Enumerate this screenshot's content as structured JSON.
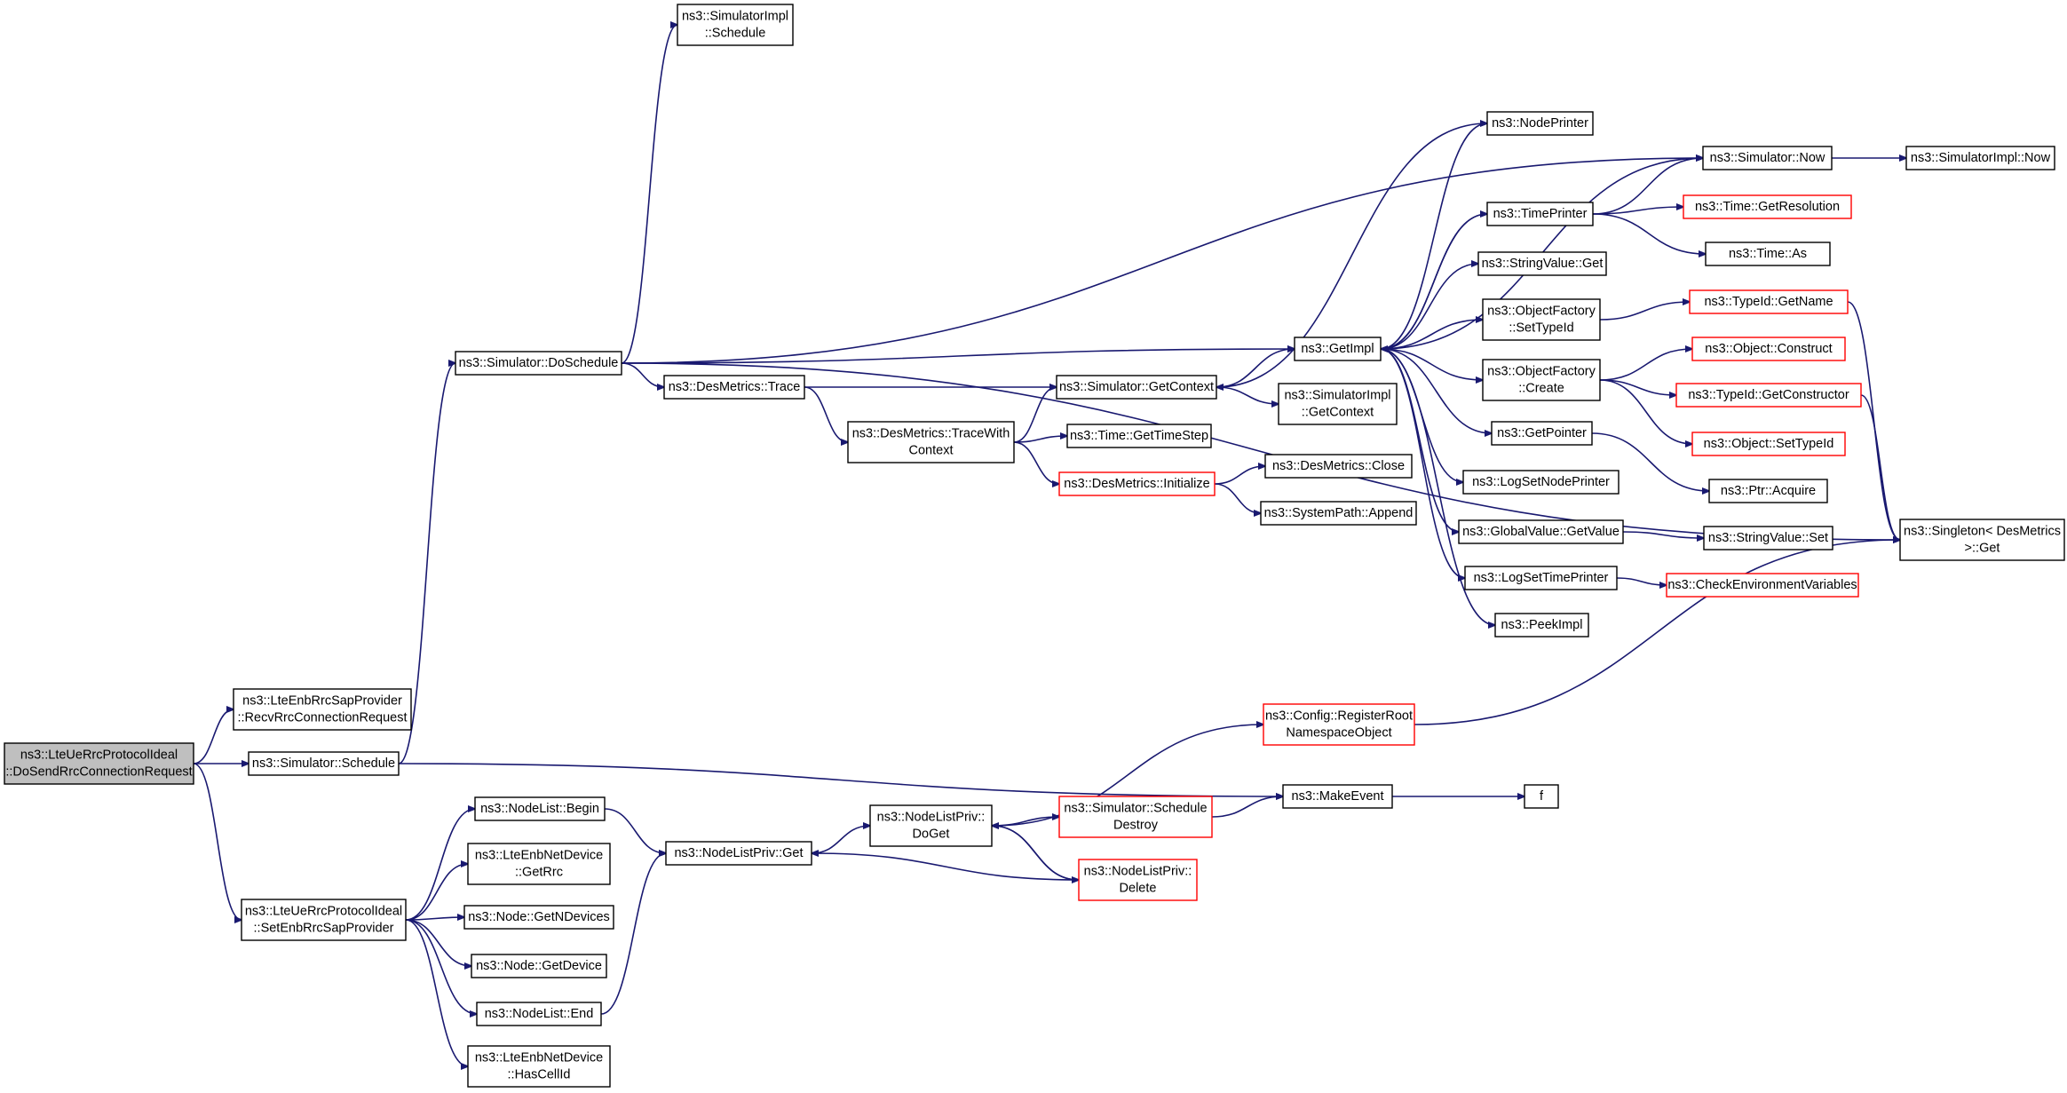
{
  "nodes": [
    {
      "id": "root",
      "lines": [
        "ns3::LteUeRrcProtocolIdeal",
        "::DoSendRrcConnectionRequest"
      ],
      "style": "root"
    },
    {
      "id": "recvrrc",
      "lines": [
        "ns3::LteEnbRrcSapProvider",
        "::RecvRrcConnectionRequest"
      ]
    },
    {
      "id": "sim_schedule",
      "lines": [
        "ns3::Simulator::Schedule"
      ]
    },
    {
      "id": "setenb",
      "lines": [
        "ns3::LteUeRrcProtocolIdeal",
        "::SetEnbRrcSapProvider"
      ]
    },
    {
      "id": "impl_schedule",
      "lines": [
        "ns3::SimulatorImpl",
        "::Schedule"
      ]
    },
    {
      "id": "doschedule",
      "lines": [
        "ns3::Simulator::DoSchedule"
      ]
    },
    {
      "id": "trace",
      "lines": [
        "ns3::DesMetrics::Trace"
      ]
    },
    {
      "id": "tracewith",
      "lines": [
        "ns3::DesMetrics::TraceWith",
        "Context"
      ]
    },
    {
      "id": "getcontext",
      "lines": [
        "ns3::Simulator::GetContext"
      ]
    },
    {
      "id": "gettimestep",
      "lines": [
        "ns3::Time::GetTimeStep"
      ]
    },
    {
      "id": "initialize",
      "lines": [
        "ns3::DesMetrics::Initialize"
      ],
      "style": "red"
    },
    {
      "id": "close",
      "lines": [
        "ns3::DesMetrics::Close"
      ]
    },
    {
      "id": "append",
      "lines": [
        "ns3::SystemPath::Append"
      ]
    },
    {
      "id": "impl_getcontext",
      "lines": [
        "ns3::SimulatorImpl",
        "::GetContext"
      ]
    },
    {
      "id": "getimpl",
      "lines": [
        "ns3::GetImpl"
      ]
    },
    {
      "id": "nodeprinter",
      "lines": [
        "ns3::NodePrinter"
      ]
    },
    {
      "id": "timeprinter",
      "lines": [
        "ns3::TimePrinter"
      ]
    },
    {
      "id": "stringget",
      "lines": [
        "ns3::StringValue::Get"
      ]
    },
    {
      "id": "ofsettypeid",
      "lines": [
        "ns3::ObjectFactory",
        "::SetTypeId"
      ]
    },
    {
      "id": "ofcreate",
      "lines": [
        "ns3::ObjectFactory",
        "::Create"
      ]
    },
    {
      "id": "getpointer",
      "lines": [
        "ns3::GetPointer"
      ]
    },
    {
      "id": "logsetnode",
      "lines": [
        "ns3::LogSetNodePrinter"
      ]
    },
    {
      "id": "gvgetvalue",
      "lines": [
        "ns3::GlobalValue::GetValue"
      ]
    },
    {
      "id": "logsettime",
      "lines": [
        "ns3::LogSetTimePrinter"
      ]
    },
    {
      "id": "peekimpl",
      "lines": [
        "ns3::PeekImpl"
      ]
    },
    {
      "id": "sim_now",
      "lines": [
        "ns3::Simulator::Now"
      ]
    },
    {
      "id": "impl_now",
      "lines": [
        "ns3::SimulatorImpl::Now"
      ]
    },
    {
      "id": "getresolution",
      "lines": [
        "ns3::Time::GetResolution"
      ],
      "style": "red"
    },
    {
      "id": "timeas",
      "lines": [
        "ns3::Time::As"
      ]
    },
    {
      "id": "typeidgetname",
      "lines": [
        "ns3::TypeId::GetName"
      ],
      "style": "red"
    },
    {
      "id": "objconstruct",
      "lines": [
        "ns3::Object::Construct"
      ],
      "style": "red"
    },
    {
      "id": "getconstructor",
      "lines": [
        "ns3::TypeId::GetConstructor"
      ],
      "style": "red"
    },
    {
      "id": "objsettypeid",
      "lines": [
        "ns3::Object::SetTypeId"
      ],
      "style": "red"
    },
    {
      "id": "ptracquire",
      "lines": [
        "ns3::Ptr::Acquire"
      ]
    },
    {
      "id": "stringset",
      "lines": [
        "ns3::StringValue::Set"
      ]
    },
    {
      "id": "checkenv",
      "lines": [
        "ns3::CheckEnvironmentVariables"
      ],
      "style": "red"
    },
    {
      "id": "singleton",
      "lines": [
        "ns3::Singleton< DesMetrics",
        ">::Get"
      ]
    },
    {
      "id": "registerroot",
      "lines": [
        "ns3::Config::RegisterRoot",
        "NamespaceObject"
      ],
      "style": "red"
    },
    {
      "id": "makeevent",
      "lines": [
        "ns3::MakeEvent"
      ]
    },
    {
      "id": "f",
      "lines": [
        "f"
      ]
    },
    {
      "id": "nlbegin",
      "lines": [
        "ns3::NodeList::Begin"
      ]
    },
    {
      "id": "getrrc",
      "lines": [
        "ns3::LteEnbNetDevice",
        "::GetRrc"
      ]
    },
    {
      "id": "getndevices",
      "lines": [
        "ns3::Node::GetNDevices"
      ]
    },
    {
      "id": "getdevice",
      "lines": [
        "ns3::Node::GetDevice"
      ]
    },
    {
      "id": "nlend",
      "lines": [
        "ns3::NodeList::End"
      ]
    },
    {
      "id": "hascellid",
      "lines": [
        "ns3::LteEnbNetDevice",
        "::HasCellId"
      ]
    },
    {
      "id": "nlpget",
      "lines": [
        "ns3::NodeListPriv::Get"
      ]
    },
    {
      "id": "nlpdoget",
      "lines": [
        "ns3::NodeListPriv::",
        "DoGet"
      ]
    },
    {
      "id": "schedulerdestroy",
      "lines": [
        "ns3::Simulator::Schedule",
        "Destroy"
      ],
      "style": "red"
    },
    {
      "id": "nlpdelete",
      "lines": [
        "ns3::NodeListPriv::",
        "Delete"
      ],
      "style": "red"
    }
  ],
  "edges": [
    [
      "root",
      "recvrrc"
    ],
    [
      "root",
      "sim_schedule"
    ],
    [
      "root",
      "setenb"
    ],
    [
      "sim_schedule",
      "doschedule"
    ],
    [
      "sim_schedule",
      "makeevent"
    ],
    [
      "doschedule",
      "impl_schedule"
    ],
    [
      "doschedule",
      "sim_now"
    ],
    [
      "doschedule",
      "getimpl"
    ],
    [
      "doschedule",
      "trace"
    ],
    [
      "doschedule",
      "singleton"
    ],
    [
      "trace",
      "getcontext"
    ],
    [
      "trace",
      "tracewith"
    ],
    [
      "tracewith",
      "getcontext"
    ],
    [
      "tracewith",
      "gettimestep"
    ],
    [
      "tracewith",
      "initialize"
    ],
    [
      "initialize",
      "close"
    ],
    [
      "initialize",
      "append"
    ],
    [
      "getcontext",
      "getimpl"
    ],
    [
      "getcontext",
      "impl_getcontext"
    ],
    [
      "nodeprinter",
      "getcontext"
    ],
    [
      "getimpl",
      "nodeprinter"
    ],
    [
      "getimpl",
      "sim_now"
    ],
    [
      "getimpl",
      "timeprinter"
    ],
    [
      "getimpl",
      "stringget"
    ],
    [
      "getimpl",
      "ofsettypeid"
    ],
    [
      "getimpl",
      "ofcreate"
    ],
    [
      "getimpl",
      "getpointer"
    ],
    [
      "getimpl",
      "logsetnode"
    ],
    [
      "getimpl",
      "gvgetvalue"
    ],
    [
      "getimpl",
      "logsettime"
    ],
    [
      "getimpl",
      "peekimpl"
    ],
    [
      "timeprinter",
      "getimpl"
    ],
    [
      "timeprinter",
      "sim_now"
    ],
    [
      "timeprinter",
      "getresolution"
    ],
    [
      "timeprinter",
      "timeas"
    ],
    [
      "sim_now",
      "impl_now"
    ],
    [
      "ofsettypeid",
      "typeidgetname"
    ],
    [
      "ofcreate",
      "objconstruct"
    ],
    [
      "ofcreate",
      "getconstructor"
    ],
    [
      "ofcreate",
      "objsettypeid"
    ],
    [
      "getpointer",
      "ptracquire"
    ],
    [
      "gvgetvalue",
      "stringset"
    ],
    [
      "logsettime",
      "checkenv"
    ],
    [
      "typeidgetname",
      "singleton"
    ],
    [
      "getconstructor",
      "singleton"
    ],
    [
      "registerroot",
      "singleton"
    ],
    [
      "makeevent",
      "f"
    ],
    [
      "setenb",
      "nlbegin"
    ],
    [
      "setenb",
      "getrrc"
    ],
    [
      "setenb",
      "getndevices"
    ],
    [
      "setenb",
      "getdevice"
    ],
    [
      "setenb",
      "nlend"
    ],
    [
      "setenb",
      "hascellid"
    ],
    [
      "nlbegin",
      "nlpget"
    ],
    [
      "nlend",
      "nlpget"
    ],
    [
      "nlpget",
      "nlpdoget"
    ],
    [
      "nlpdoget",
      "registerroot"
    ],
    [
      "nlpdoget",
      "schedulerdestroy"
    ],
    [
      "nlpdoget",
      "nlpdelete"
    ],
    [
      "schedulerdestroy",
      "makeevent"
    ],
    [
      "nlpdelete",
      "nlpdoget"
    ],
    [
      "nlpdelete",
      "nlpget"
    ]
  ]
}
